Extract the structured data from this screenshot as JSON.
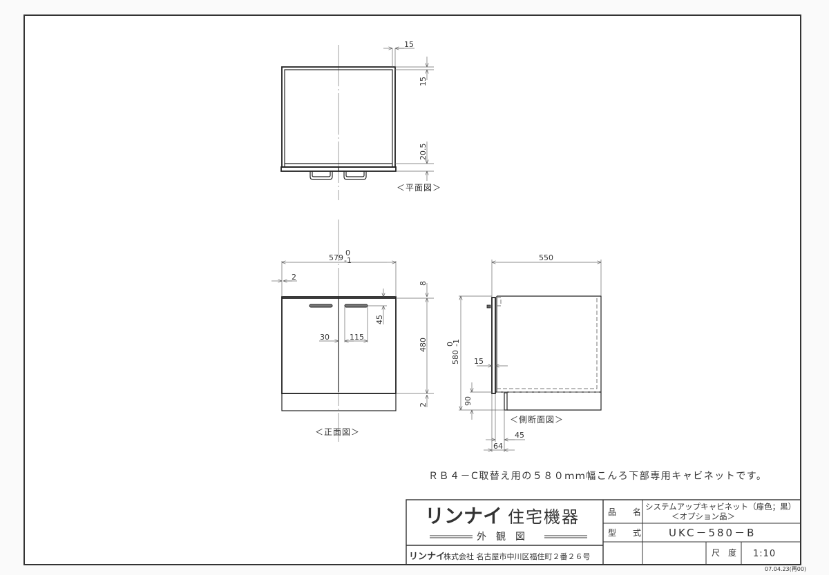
{
  "drawing": {
    "plan_view": {
      "label": "＜平面図＞",
      "dims": {
        "side_panel": "15",
        "back_panel": "15",
        "front_gap": "20.5"
      }
    },
    "front_view": {
      "label": "＜正面図＞",
      "dims": {
        "width": "579",
        "width_tol_upper": "0",
        "width_tol_lower": "-1",
        "offset_left": "2",
        "top_gap": "8",
        "handle_drop": "45",
        "door_height": "480",
        "bottom_gap": "2",
        "handle_from_center": "30",
        "handle_length": "115"
      }
    },
    "side_view": {
      "label": "＜側断面図＞",
      "dims": {
        "depth": "550",
        "height": "580",
        "height_tol_upper": "0",
        "height_tol_lower": "-1",
        "door_thickness": "15",
        "plinth_height": "90",
        "plinth_inset": "45",
        "plinth_offset": "64"
      }
    },
    "note": "ＲＢ４－C取替え用の５８０ｍｍ幅こんろ下部専用キャビネットです。"
  },
  "title_block": {
    "brand": "リンナイ",
    "brand_suffix": "住宅機器",
    "sheet_type": "外　観　図",
    "company_brand": "リンナイ",
    "company_address": "株式会社  名古屋市中川区福住町２番２６号",
    "product_name_label": "品　　名",
    "product_name_line1": "システムアップキャビネット（扉色；黒）",
    "product_name_line2": "＜オプション品＞",
    "model_label": "型　　式",
    "model_value": "UKC－580－B",
    "scale_label": "尺　度",
    "scale_value": "1:10",
    "revision_stamp": "07.04.23(再00)"
  }
}
